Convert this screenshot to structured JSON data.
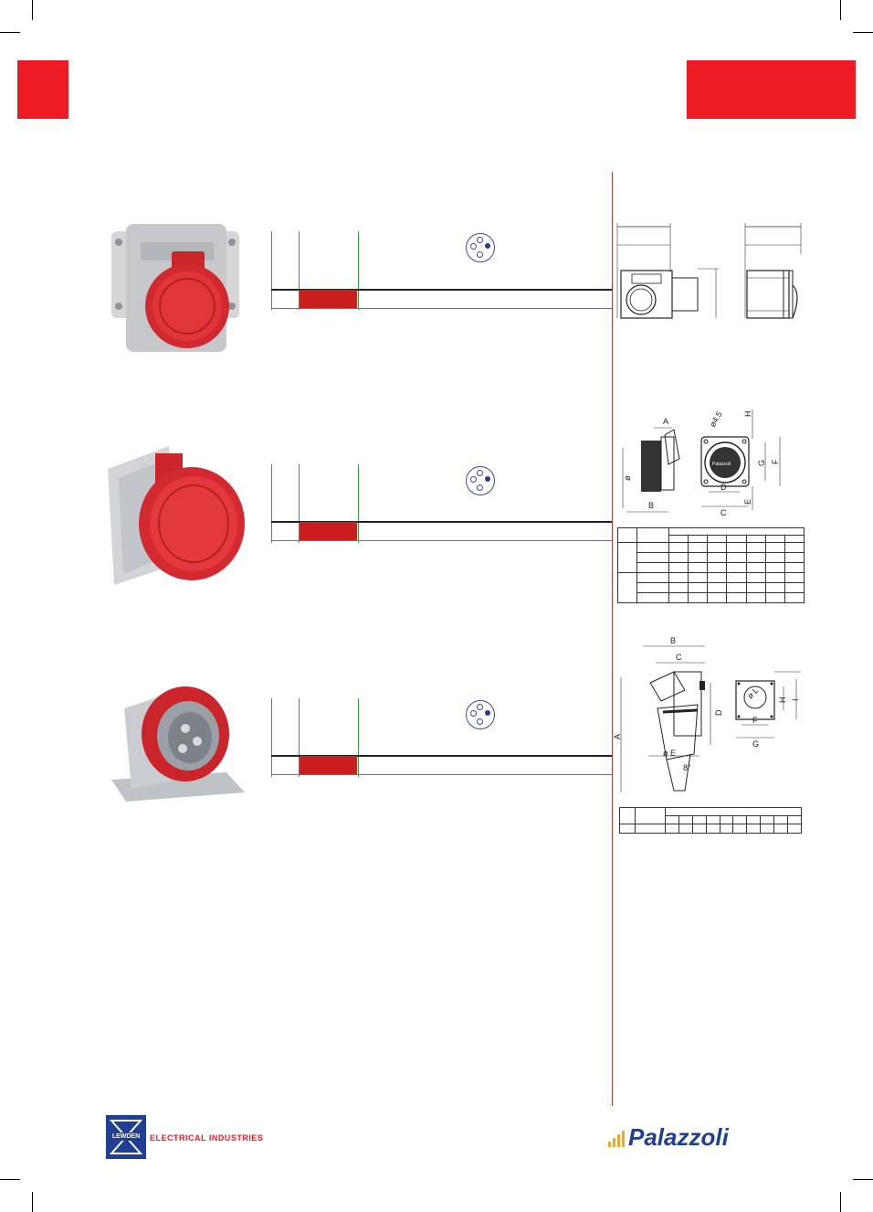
{
  "logos": {
    "lewden_name": "LEWDEN",
    "lewden_tagline": "ELECTRICAL INDUSTRIES",
    "palazzoli_name": "Palazzoli"
  },
  "drawing_labels": {
    "socket": {
      "a": "A",
      "b": "B",
      "c": "C",
      "d": "D",
      "e": "E",
      "f": "F",
      "g": "G",
      "h": "H",
      "diameter": "ø",
      "hole": "ø4.5",
      "brand": "Palazzoli"
    },
    "inlet": {
      "a": "A",
      "b": "B",
      "c": "C",
      "d": "D",
      "diameter_e": "ø E",
      "angle": "8°",
      "f": "F",
      "g": "G",
      "h": "H",
      "i": "I",
      "diameter_l": "ø L"
    }
  },
  "colors": {
    "brand_red": "#ed1c24",
    "spec_line": "#2e9e3e",
    "pin_blue": "#2a3a8f",
    "palazzoli_blue": "#1f3f95"
  }
}
